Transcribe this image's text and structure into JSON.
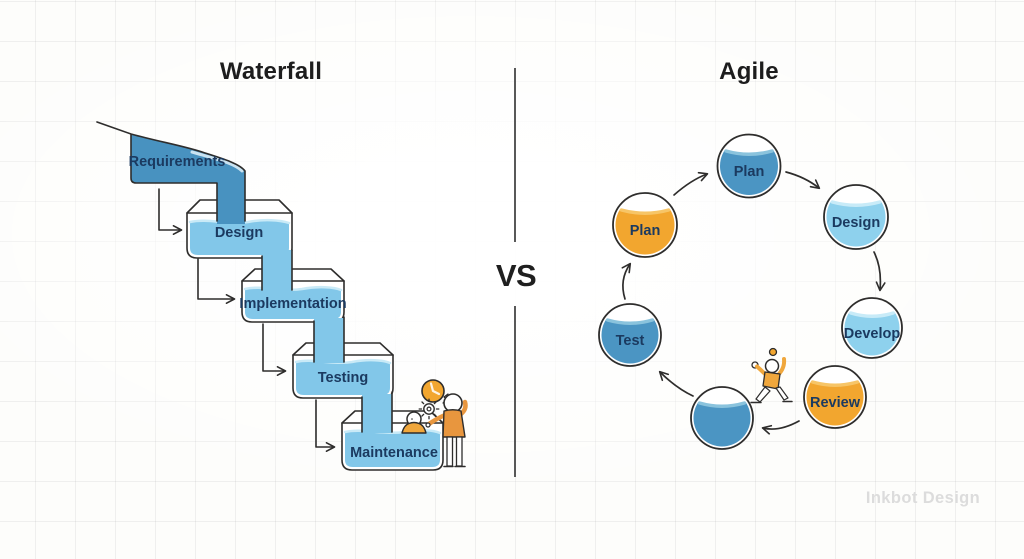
{
  "waterfall": {
    "title": "Waterfall",
    "stages": [
      {
        "label": "Requirements",
        "style": "blue-dark"
      },
      {
        "label": "Design",
        "style": "blue-light"
      },
      {
        "label": "Implementation",
        "style": "blue-light"
      },
      {
        "label": "Testing",
        "style": "blue-light"
      },
      {
        "label": "Maintenance",
        "style": "blue-light"
      }
    ],
    "flow": "sequential cascade with arrows between stages"
  },
  "divider": {
    "label": "VS"
  },
  "agile": {
    "title": "Agile",
    "steps": [
      {
        "label": "Plan",
        "style": "blue-dark",
        "position": "top"
      },
      {
        "label": "Design",
        "style": "blue-light",
        "position": "upper-right"
      },
      {
        "label": "Develop",
        "style": "blue-light",
        "position": "right"
      },
      {
        "label": "Review",
        "style": "orange",
        "position": "lower-right"
      },
      {
        "label": "",
        "style": "blue-dark",
        "position": "bottom"
      },
      {
        "label": "Test",
        "style": "blue-dark",
        "position": "left"
      },
      {
        "label": "Plan",
        "style": "orange",
        "position": "upper-left"
      }
    ],
    "flow": "circular cycle with curved arrows"
  },
  "watermark": "Inkbot Design",
  "icons": [
    "clock-icon",
    "gear-icon",
    "worker-figures",
    "ball-thrower-figure"
  ],
  "colors": {
    "water_dark": "#4892c0",
    "circle_dark": "#4b95c3",
    "water_light": "#82c7e9",
    "circle_light": "#8ed1ed",
    "orange": "#f2a62f",
    "outline": "#2e2d2c",
    "label_text": "#1b3a60",
    "grid": "#ebebec",
    "watermark_gray": "#dcdcdc"
  }
}
